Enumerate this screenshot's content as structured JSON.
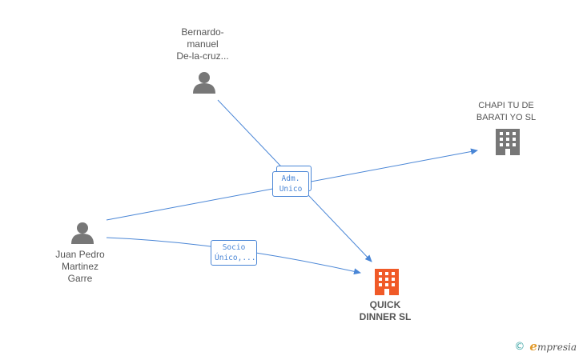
{
  "nodes": {
    "bernardo": {
      "label": "Bernardo-\nmanuel\nDe-la-cruz...",
      "kind": "person"
    },
    "juan": {
      "label": "Juan Pedro\nMartinez\nGarre",
      "kind": "person"
    },
    "chapi": {
      "label": "CHAPI TU DE\nBARATI YO SL",
      "kind": "company"
    },
    "quick": {
      "label": "QUICK\nDINNER SL",
      "kind": "company-highlight"
    }
  },
  "edges": {
    "adm": {
      "label": "Adm.\nUnico"
    },
    "socio": {
      "label": "Socio\nÚnico,..."
    }
  },
  "colors": {
    "edge": "#4a86d6",
    "person_icon": "#777777",
    "company_icon": "#777777",
    "highlight_icon": "#f05a28"
  },
  "brand": {
    "copyright": "©",
    "name_initial": "e",
    "name_rest": "mpresia"
  }
}
